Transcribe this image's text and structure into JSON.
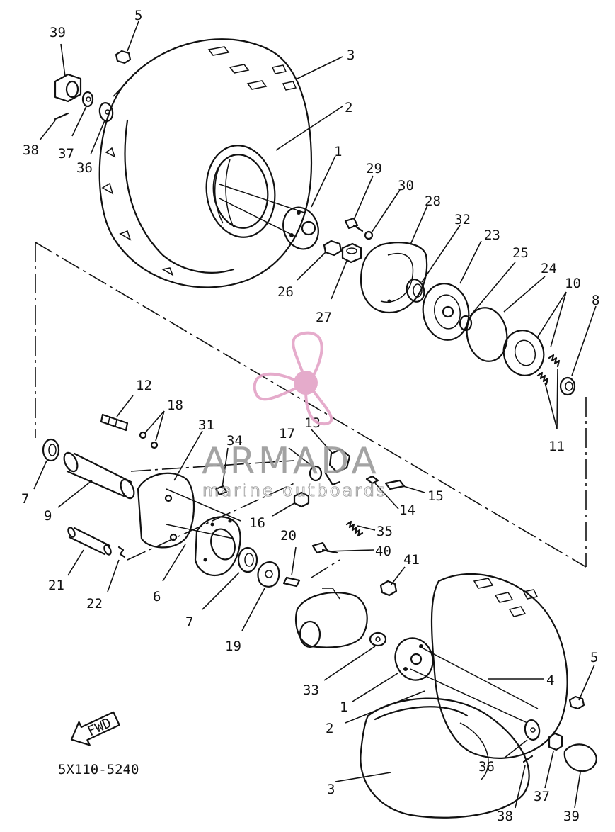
{
  "diagram": {
    "part_code": "5X110-5240",
    "direction_label": "FWD"
  },
  "watermark": {
    "brand": "ARMADA",
    "tagline": "marine outboards",
    "logo_color": "#e3a3c6"
  },
  "callouts": [
    "1",
    "2",
    "3",
    "4",
    "5",
    "6",
    "7",
    "8",
    "9",
    "10",
    "11",
    "12",
    "13",
    "14",
    "15",
    "16",
    "17",
    "18",
    "19",
    "20",
    "21",
    "22",
    "23",
    "24",
    "25",
    "26",
    "27",
    "28",
    "29",
    "30",
    "31",
    "32",
    "33",
    "34",
    "35",
    "36",
    "37",
    "38",
    "39",
    "40",
    "41"
  ]
}
